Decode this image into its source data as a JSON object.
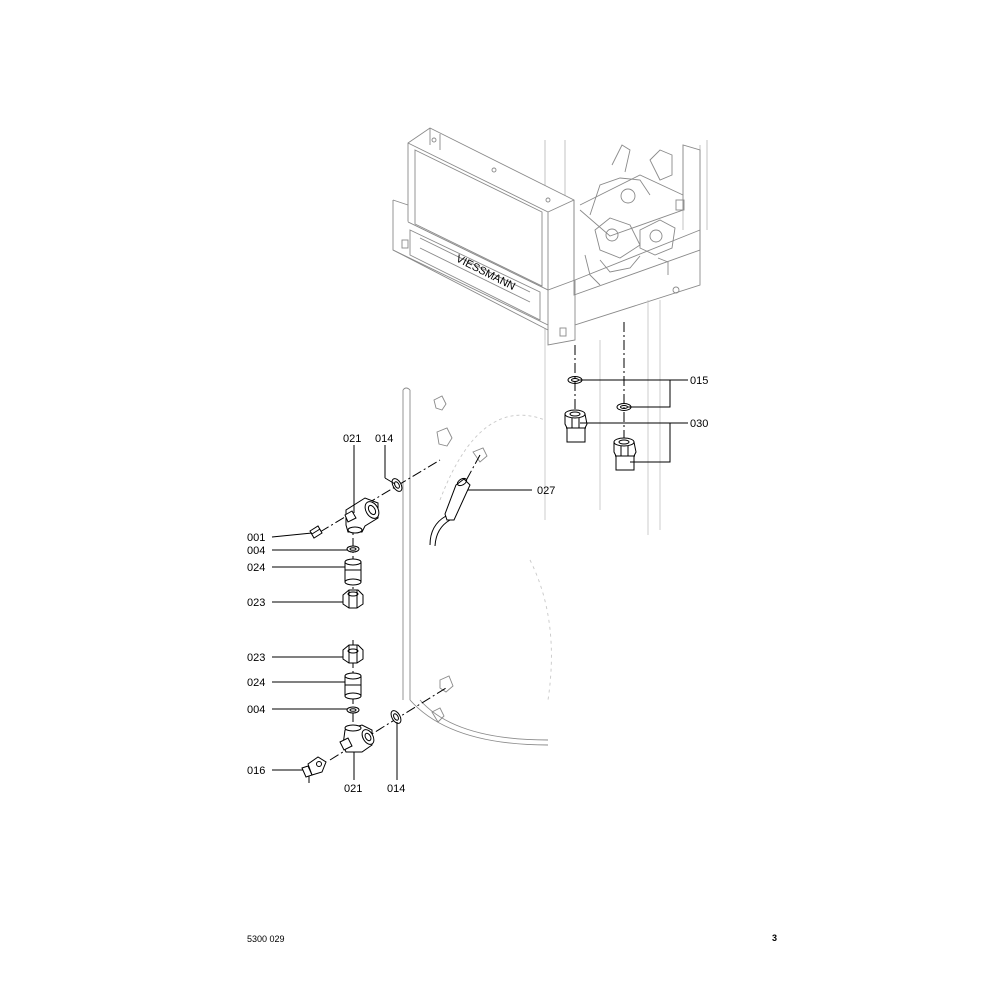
{
  "callouts": {
    "c001": "001",
    "c004_top": "004",
    "c024_top": "024",
    "c023_top": "023",
    "c021_top": "021",
    "c014_top": "014",
    "c027": "027",
    "c015": "015",
    "c030": "030",
    "c023_bottom": "023",
    "c024_bottom": "024",
    "c004_bottom": "004",
    "c016": "016",
    "c021_bottom": "021",
    "c014_bottom": "014"
  },
  "housing_logo_text": "VIESSMANN",
  "footer": {
    "doc_number": "5300 029",
    "page_number": "3"
  },
  "colors": {
    "line": "#000000",
    "faint": "#9a9a9a",
    "background": "#ffffff"
  }
}
